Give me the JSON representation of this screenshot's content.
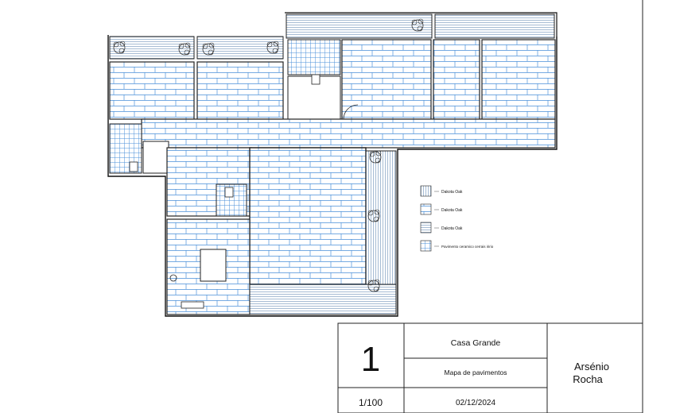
{
  "legend": [
    {
      "label": "Dakota Oak",
      "pattern": "vertical-lines"
    },
    {
      "label": "Dakota Oak",
      "pattern": "brick"
    },
    {
      "label": "Dakota Oak",
      "pattern": "horizontal-lines"
    },
    {
      "label": "Pavimento ceramico cerrais iririo",
      "pattern": "small-tile"
    }
  ],
  "title_block": {
    "sheet_number": "1",
    "project": "Casa Grande",
    "drawing_title": "Mapa de pavimentos",
    "author_line1": "Arsénio",
    "author_line2": "Rocha",
    "scale": "1/100",
    "date": "02/12/2024"
  },
  "colors": {
    "tile": "#4a90d9",
    "wall": "#222222",
    "deck": "#6b8fb8",
    "plant": "#333333"
  }
}
